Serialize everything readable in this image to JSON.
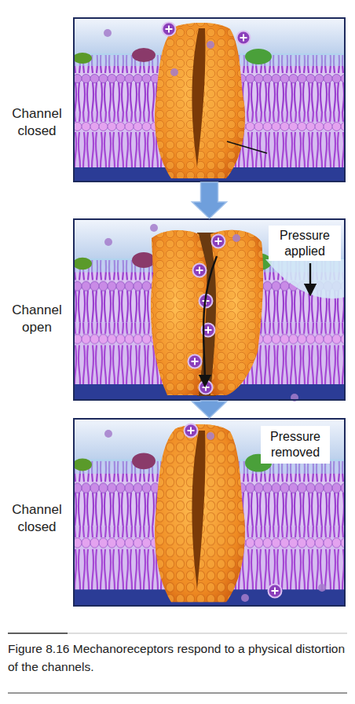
{
  "diagram": {
    "caption": "Figure 8.16 Mechanoreceptors respond to a physical distortion of the channels.",
    "nodes": [
      {
        "text": [
          "Channel closed"
        ]
      },
      {
        "text": [
          "Channel open"
        ]
      },
      {
        "text": [
          "Pressure applied"
        ],
        "in": 1
      },
      {
        "text": [
          "Channel closed"
        ]
      },
      {
        "text": [
          "Pressure removed"
        ],
        "in": 3
      }
    ],
    "edges": [
      {
        "from": 0,
        "to": 1,
        "arrow": "to"
      },
      {
        "from": 1,
        "to": 3,
        "arrow": "to"
      }
    ]
  }
}
